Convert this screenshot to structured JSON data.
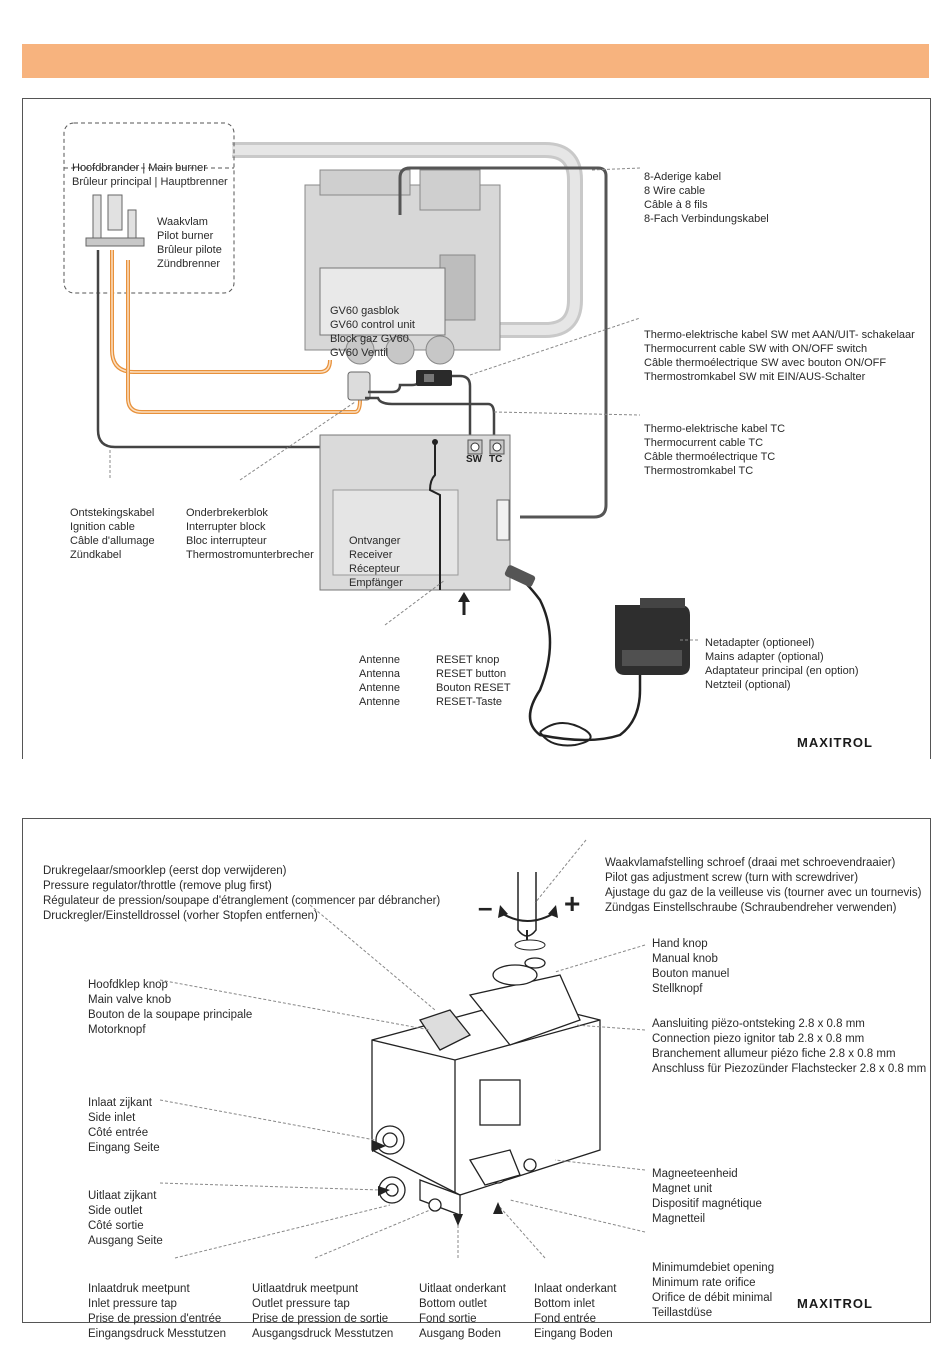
{
  "top_diagram": {
    "main_burner": [
      "Hoofdbrander | Main burner",
      "Brûleur principal | Hauptbrenner"
    ],
    "pilot_burner": [
      "Waakvlam",
      "Pilot burner",
      "Brûleur pilote",
      "Zündbrenner"
    ],
    "wire_cable": [
      "8-Aderige kabel",
      "8 Wire cable",
      "Câble à 8 fils",
      "8-Fach Verbindungskabel"
    ],
    "gas_block": [
      "GV60 gasblok",
      "GV60 control unit",
      "Block gaz GV60",
      "GV60 Ventil"
    ],
    "thermo_sw": [
      "Thermo-elektrische kabel SW met AAN/UIT- schakelaar",
      "Thermocurrent cable SW with ON/OFF switch",
      "Câble thermoélectrique SW avec bouton ON/OFF",
      "Thermostromkabel SW mit EIN/AUS-Schalter"
    ],
    "thermo_tc": [
      "Thermo-elektrische kabel TC",
      "Thermocurrent cable TC",
      "Câble thermoélectrique TC",
      "Thermostromkabel TC"
    ],
    "sw_label": "SW",
    "tc_label": "TC",
    "receiver": [
      "Ontvanger",
      "Receiver",
      "Récepteur",
      "Empfänger"
    ],
    "ignition": [
      "Ontstekingskabel",
      "Ignition cable",
      "Câble d'allumage",
      "Zündkabel"
    ],
    "interrupter": [
      "Onderbrekerblok",
      "Interrupter block",
      "Bloc interrupteur",
      "Thermostromunterbrecher"
    ],
    "antenna": [
      "Antenne",
      "Antenna",
      "Antenne",
      "Antenne"
    ],
    "reset": [
      "RESET knop",
      "RESET button",
      "Bouton RESET",
      "RESET-Taste"
    ],
    "adapter": [
      "Netadapter (optioneel)",
      "Mains adapter (optional)",
      "Adaptateur principal (en option)",
      "Netzteil (optional)"
    ],
    "logo": "MAXITROL"
  },
  "bottom_diagram": {
    "pressure_regulator": [
      "Drukregelaar/smoorklep (eerst dop verwijderen)",
      "Pressure regulator/throttle (remove plug first)",
      "Régulateur de pression/soupape d'étranglement (commencer par débrancher)",
      "Druckregler/Einstelldrossel (vorher Stopfen entfernen)"
    ],
    "pilot_adjust": [
      "Waakvlamafstelling schroef (draai met schroevendraaier)",
      "Pilot gas adjustment screw (turn with screwdriver)",
      "Ajustage du gaz de la veilleuse vis (tourner avec un tournevis)",
      "Zündgas Einstellschraube (Schraubendreher verwenden)"
    ],
    "main_valve_knob": [
      "Hoofdklep knop",
      "Main valve knob",
      "Bouton de la soupape principale",
      "Motorknopf"
    ],
    "manual_knob": [
      "Hand knop",
      "Manual knob",
      "Bouton manuel",
      "Stellknopf"
    ],
    "piezo": [
      "Aansluiting piëzo-ontsteking 2.8 x 0.8 mm",
      "Connection piezo ignitor tab 2.8 x 0.8 mm",
      "Branchement allumeur piézo fiche 2.8 x 0.8 mm",
      "Anschluss für Piezozünder Flachstecker 2.8 x 0.8 mm"
    ],
    "side_inlet": [
      "Inlaat zijkant",
      "Side inlet",
      "Côté entrée",
      "Eingang Seite"
    ],
    "side_outlet": [
      "Uitlaat zijkant",
      "Side outlet",
      "Côté sortie",
      "Ausgang Seite"
    ],
    "magnet_unit": [
      "Magneeteenheid",
      "Magnet unit",
      "Dispositif magnétique",
      "Magnetteil"
    ],
    "min_rate": [
      "Minimumdebiet opening",
      "Minimum rate orifice",
      "Orifice de débit minimal",
      "Teillastdüse"
    ],
    "inlet_tap": [
      "Inlaatdruk meetpunt",
      "Inlet pressure tap",
      "Prise de pression d'entrée",
      "Eingangsdruck Messtutzen"
    ],
    "outlet_tap": [
      "Uitlaatdruk meetpunt",
      "Outlet pressure tap",
      "Prise de pression de sortie",
      "Ausgangsdruck Messtutzen"
    ],
    "bottom_outlet": [
      "Uitlaat onderkant",
      "Bottom outlet",
      "Fond sortie",
      "Ausgang Boden"
    ],
    "bottom_inlet": [
      "Inlaat onderkant",
      "Bottom inlet",
      "Fond entrée",
      "Eingang Boden"
    ],
    "minus": "–",
    "plus": "+",
    "logo": "MAXITROL"
  },
  "colors": {
    "banner": "#f7b37e",
    "copper": "#e8913a",
    "cable": "#555555",
    "hose": "#c9c9c9"
  }
}
